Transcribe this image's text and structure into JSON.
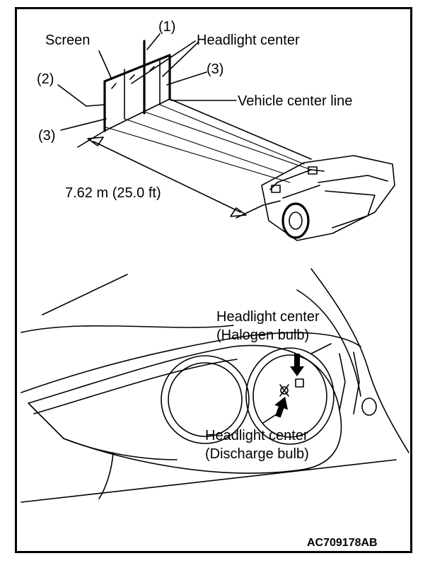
{
  "top_figure": {
    "screen_label": "Screen",
    "label_1": "(1)",
    "headlight_center_label": "Headlight center",
    "label_2": "(2)",
    "label_3_right": "(3)",
    "vehicle_center_line_label": "Vehicle center line",
    "label_3_left": "(3)",
    "distance_label": "7.62 m (25.0 ft)"
  },
  "bottom_figure": {
    "halogen_line1": "Headlight center",
    "halogen_line2": "(Halogen bulb)",
    "discharge_line1": "Headlight center",
    "discharge_line2": "(Discharge bulb)"
  },
  "figure_code": "AC709178AB"
}
